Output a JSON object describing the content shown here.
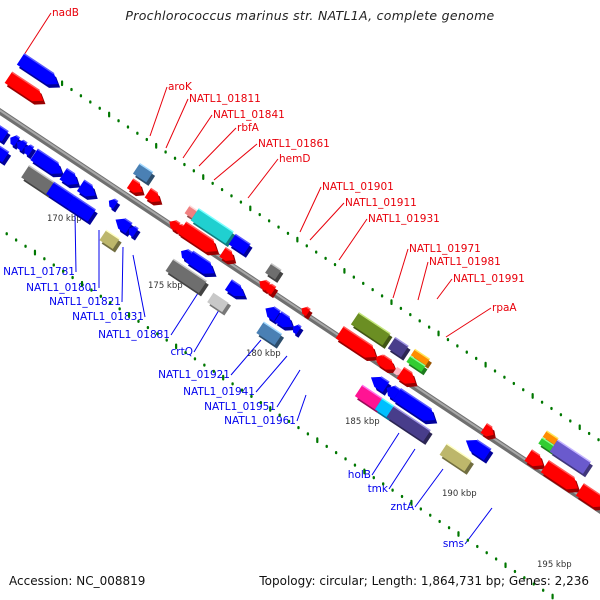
{
  "header": {
    "title": "Prochlorococcus marinus str. NATL1A, complete genome"
  },
  "footer": {
    "accession": "Accession: NC_008819",
    "summary": "Topology: circular; Length: 1,864,731 bp; Genes: 2,236"
  },
  "map": {
    "scale_ticks": [
      {
        "label": "170 kbp",
        "kbp": 170
      },
      {
        "label": "175 kbp",
        "kbp": 175
      },
      {
        "label": "180 kbp",
        "kbp": 180
      },
      {
        "label": "185 kbp",
        "kbp": 185
      },
      {
        "label": "190 kbp",
        "kbp": 190
      },
      {
        "label": "195 kbp",
        "kbp": 195
      }
    ],
    "colors": {
      "forward_label": "#e8000b",
      "reverse_label": "#0000ee",
      "blue": "#0000ff",
      "red": "#ff0000",
      "gray": "#6e6e6e",
      "light_gray": "#c8c8c8",
      "steel_blue": "#4a80b4",
      "khaki": "#bdb76b",
      "pink": "#f08080",
      "cyan": "#20d0d0",
      "olive": "#6b8e23",
      "slate": "#483d8b",
      "orange": "#ff8c00",
      "green": "#32cd32",
      "hot_pink": "#ff1493",
      "sky": "#00bfff",
      "medium_slate": "#6a5acd",
      "light_pink": "#ffb6c1",
      "backbone": "#8c8c8c",
      "tick": "#007700"
    },
    "forward_labels": [
      {
        "name": "nadB"
      },
      {
        "name": "aroK"
      },
      {
        "name": "NATL1_01811"
      },
      {
        "name": "NATL1_01841"
      },
      {
        "name": "rbfA"
      },
      {
        "name": "NATL1_01861"
      },
      {
        "name": "hemD"
      },
      {
        "name": "NATL1_01901"
      },
      {
        "name": "NATL1_01911"
      },
      {
        "name": "NATL1_01931"
      },
      {
        "name": "NATL1_01971"
      },
      {
        "name": "NATL1_01981"
      },
      {
        "name": "NATL1_01991"
      },
      {
        "name": "rpaA"
      }
    ],
    "reverse_labels": [
      {
        "name": "NATL1_01781"
      },
      {
        "name": "NATL1_01801"
      },
      {
        "name": "NATL1_01821"
      },
      {
        "name": "NATL1_01831"
      },
      {
        "name": "NATL1_01881"
      },
      {
        "name": "crtQ"
      },
      {
        "name": "NATL1_01921"
      },
      {
        "name": "NATL1_01941"
      },
      {
        "name": "NATL1_01951"
      },
      {
        "name": "NATL1_01961"
      },
      {
        "name": "holB"
      },
      {
        "name": "tmk"
      },
      {
        "name": "zntA"
      },
      {
        "name": "sms"
      }
    ]
  }
}
